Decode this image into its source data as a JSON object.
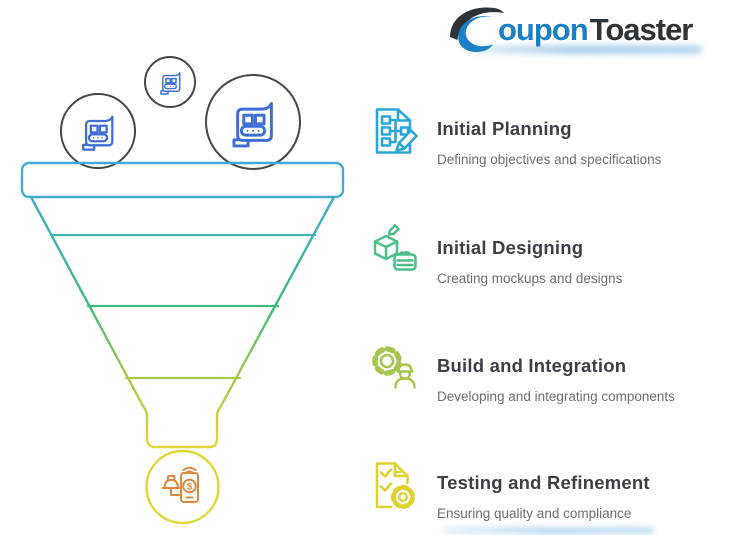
{
  "logo": {
    "brand": "CouponToaster",
    "coupon_rest": "oupon",
    "toaster": "Toaster",
    "coupon_color": "#1b7fc6",
    "toaster_color": "#2e3338"
  },
  "funnel": {
    "input_circles_icon": "conveyor-belt-icon",
    "input_circle_count": 3,
    "output_icon": "mobile-payment-icon",
    "dollar_sign": "$",
    "colors": {
      "gradient_top": "#45a6db",
      "gradient_middle": "#3bba79",
      "gradient_bottom": "#e4d53a",
      "input_circle_outline": "#45474b",
      "conveyor_icon_blue": "#3e6fd6",
      "output_circle_yellow": "#ddd837",
      "output_icon_orange": "#e0873e"
    }
  },
  "stages": [
    {
      "title": "Initial Planning",
      "description": "Defining objectives and specifications",
      "icon": "planning-document-pencil-icon",
      "color": "#2aa7d8"
    },
    {
      "title": "Initial Designing",
      "description": "Creating mockups and designs",
      "icon": "design-box-card-icon",
      "color": "#4cbd8b"
    },
    {
      "title": "Build and Integration",
      "description": "Developing and integrating components",
      "icon": "gear-engineer-icon",
      "color": "#a6c64f"
    },
    {
      "title": "Testing and Refinement",
      "description": "Ensuring quality and compliance",
      "icon": "checklist-gear-icon",
      "color": "#dfd22f"
    }
  ],
  "text": {
    "title_color": "#3c4046",
    "description_color": "#6a6e72"
  }
}
